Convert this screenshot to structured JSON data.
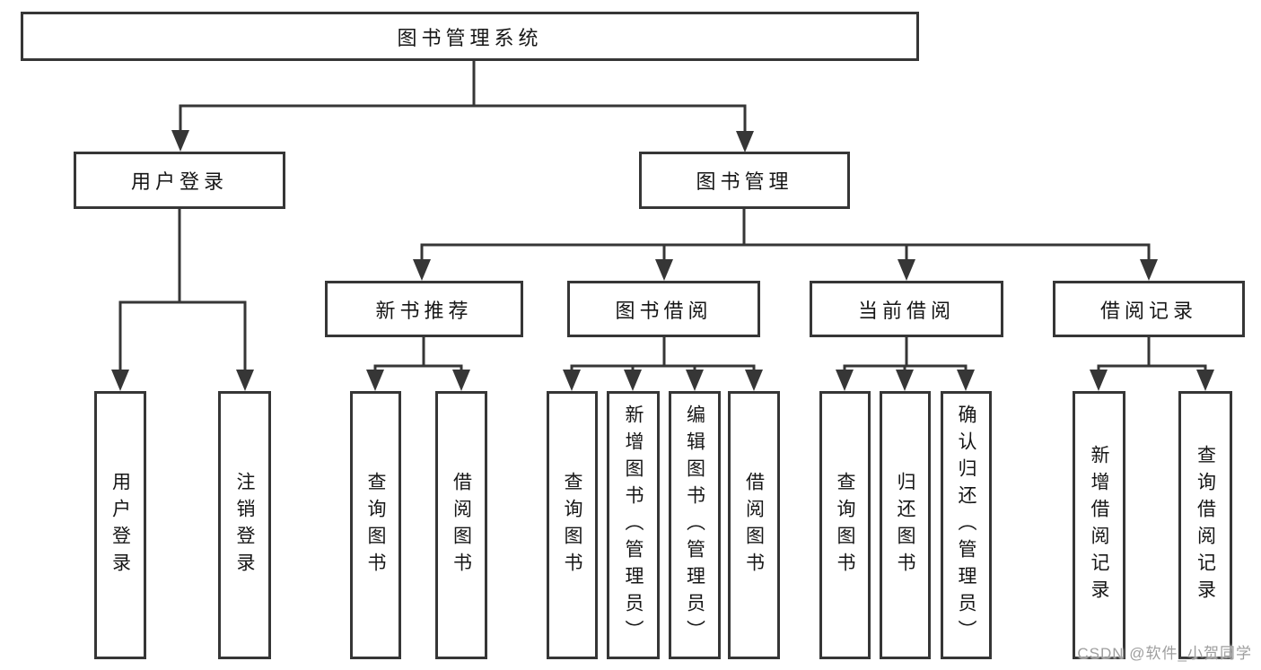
{
  "tree": {
    "label": "图书管理系统",
    "children": [
      {
        "label": "用户登录",
        "children": [
          {
            "label": "用户登录"
          },
          {
            "label": "注销登录"
          }
        ]
      },
      {
        "label": "图书管理",
        "children": [
          {
            "label": "新书推荐",
            "children": [
              {
                "label": "查询图书"
              },
              {
                "label": "借阅图书"
              }
            ]
          },
          {
            "label": "图书借阅",
            "children": [
              {
                "label": "查询图书"
              },
              {
                "label": "新增图书（管理员）"
              },
              {
                "label": "编辑图书（管理员）"
              },
              {
                "label": "借阅图书"
              }
            ]
          },
          {
            "label": "当前借阅",
            "children": [
              {
                "label": "查询图书"
              },
              {
                "label": "归还图书"
              },
              {
                "label": "确认归还（管理员）"
              }
            ]
          },
          {
            "label": "借阅记录",
            "children": [
              {
                "label": "新增借阅记录"
              },
              {
                "label": "查询借阅记录"
              }
            ]
          }
        ]
      }
    ]
  },
  "watermark": {
    "text": "CSDN @软件_小贺同学"
  },
  "colors": {
    "line": "#363636",
    "box_border": "#363636",
    "text": "#161616",
    "watermark": "#9e9e9e",
    "background": "#ffffff"
  }
}
